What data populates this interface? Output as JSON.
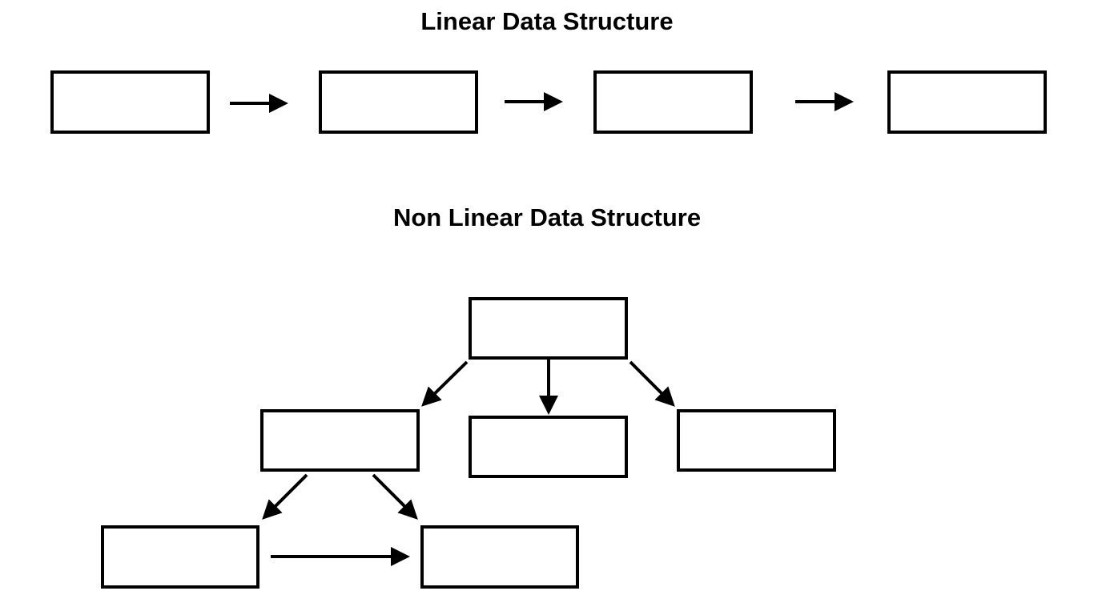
{
  "linear": {
    "title": "Linear Data Structure",
    "nodes": [
      "node-1",
      "node-2",
      "node-3",
      "node-4"
    ],
    "edges": [
      [
        "node-1",
        "node-2"
      ],
      [
        "node-2",
        "node-3"
      ],
      [
        "node-3",
        "node-4"
      ]
    ]
  },
  "nonlinear": {
    "title": "Non Linear Data Structure",
    "nodes": [
      "root",
      "child-left",
      "child-middle",
      "child-right",
      "grandchild-left",
      "grandchild-right"
    ],
    "edges": [
      [
        "root",
        "child-left"
      ],
      [
        "root",
        "child-middle"
      ],
      [
        "root",
        "child-right"
      ],
      [
        "child-left",
        "grandchild-left"
      ],
      [
        "child-left",
        "grandchild-right"
      ],
      [
        "grandchild-left",
        "grandchild-right"
      ]
    ]
  },
  "colors": {
    "stroke": "#000000",
    "background": "#ffffff"
  }
}
